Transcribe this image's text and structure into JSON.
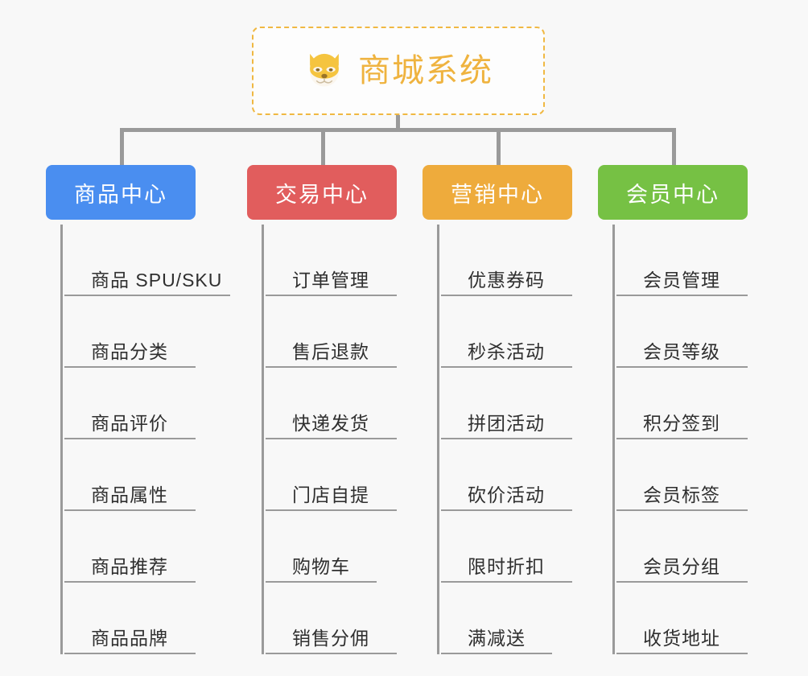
{
  "page": {
    "background_color": "#f8f8f8",
    "type": "mindmap-tree"
  },
  "root": {
    "title": "商城系统",
    "icon": "shiba-dog-face-emoji",
    "text_color": "#efb33f",
    "border_color": "#f0b842",
    "background_color": "#fdfdfd"
  },
  "connector_color": "#9a9a9a",
  "categories": [
    {
      "label": "商品中心",
      "color": "#4a8ef0",
      "items": [
        {
          "label": "商品 SPU/SKU",
          "line_width": 206
        },
        {
          "label": "商品分类",
          "line_width": 163
        },
        {
          "label": "商品评价",
          "line_width": 163
        },
        {
          "label": "商品属性",
          "line_width": 163
        },
        {
          "label": "商品推荐",
          "line_width": 163
        },
        {
          "label": "商品品牌",
          "line_width": 163
        }
      ]
    },
    {
      "label": "交易中心",
      "color": "#e15d5d",
      "items": [
        {
          "label": "订单管理",
          "line_width": 163
        },
        {
          "label": "售后退款",
          "line_width": 163
        },
        {
          "label": "快递发货",
          "line_width": 163
        },
        {
          "label": "门店自提",
          "line_width": 163
        },
        {
          "label": "购物车",
          "line_width": 138
        },
        {
          "label": "销售分佣",
          "line_width": 163
        }
      ]
    },
    {
      "label": "营销中心",
      "color": "#eeab3c",
      "items": [
        {
          "label": "优惠券码",
          "line_width": 163
        },
        {
          "label": "秒杀活动",
          "line_width": 163
        },
        {
          "label": "拼团活动",
          "line_width": 163
        },
        {
          "label": "砍价活动",
          "line_width": 163
        },
        {
          "label": "限时折扣",
          "line_width": 163
        },
        {
          "label": "满减送",
          "line_width": 138
        }
      ]
    },
    {
      "label": "会员中心",
      "color": "#76c144",
      "items": [
        {
          "label": "会员管理",
          "line_width": 163
        },
        {
          "label": "会员等级",
          "line_width": 163
        },
        {
          "label": "积分签到",
          "line_width": 163
        },
        {
          "label": "会员标签",
          "line_width": 163
        },
        {
          "label": "会员分组",
          "line_width": 163
        },
        {
          "label": "收货地址",
          "line_width": 163
        }
      ]
    }
  ]
}
